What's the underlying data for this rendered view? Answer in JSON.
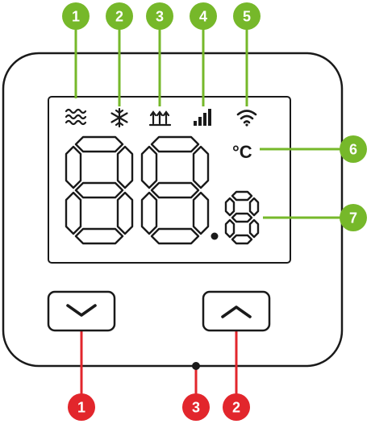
{
  "colors": {
    "green": "#76B82A",
    "red": "#E2262C",
    "ink": "#1a1a1a",
    "white": "#ffffff"
  },
  "display": {
    "big_digits": "88",
    "small_digit": "8",
    "unit": "°C"
  },
  "icons": [
    {
      "name": "waves-icon"
    },
    {
      "name": "snowflake-icon"
    },
    {
      "name": "heating-icon"
    },
    {
      "name": "signal-bars-icon"
    },
    {
      "name": "wifi-icon"
    }
  ],
  "green_callouts": [
    {
      "number": "1"
    },
    {
      "number": "2"
    },
    {
      "number": "3"
    },
    {
      "number": "4"
    },
    {
      "number": "5"
    },
    {
      "number": "6"
    },
    {
      "number": "7"
    }
  ],
  "red_callouts": [
    {
      "number": "1"
    },
    {
      "number": "3"
    },
    {
      "number": "2"
    }
  ],
  "buttons": [
    {
      "name": "down-button",
      "icon": "chevron-down-icon"
    },
    {
      "name": "up-button",
      "icon": "chevron-up-icon"
    }
  ]
}
